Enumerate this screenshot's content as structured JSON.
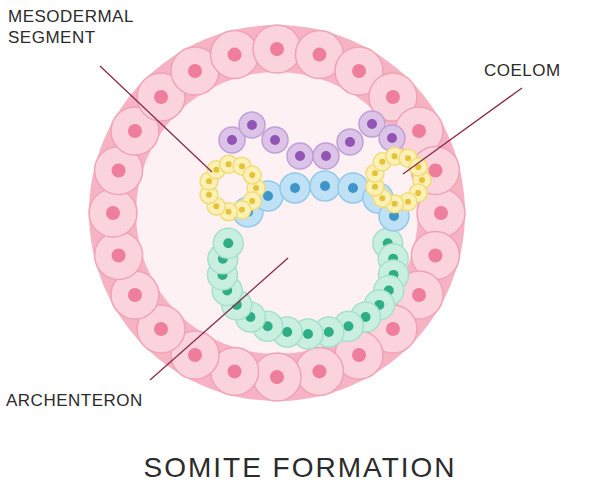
{
  "diagram": {
    "title": "SOMITE FORMATION",
    "labels": [
      "MESODERMAL SEGMENT",
      "COELOM",
      "ARCHENTERON"
    ]
  }
}
